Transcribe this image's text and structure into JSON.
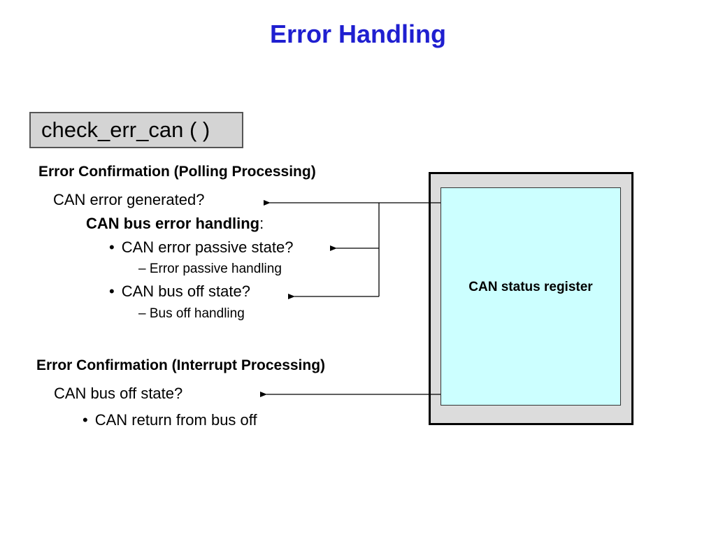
{
  "title": "Error Handling",
  "function_box": "check_err_can ( )",
  "polling": {
    "heading": "Error Confirmation (Polling Processing)",
    "q1": "CAN error generated?",
    "sub_heading": "CAN bus error handling",
    "sub_heading_colon": ":",
    "bullets": [
      {
        "text": "CAN error passive state?",
        "detail": "– Error passive handling"
      },
      {
        "text": "CAN bus off state?",
        "detail": "– Bus off handling"
      }
    ]
  },
  "interrupt": {
    "heading": "Error Confirmation (Interrupt Processing)",
    "q1": "CAN bus off state?",
    "bullet": "CAN return from bus off"
  },
  "register": {
    "label": "CAN status register"
  },
  "bullet_char": "•",
  "colors": {
    "title": "#1f1fd0",
    "register_fill": "#ccffff",
    "register_frame": "#dcdcdc",
    "function_box": "#d4d4d4"
  }
}
